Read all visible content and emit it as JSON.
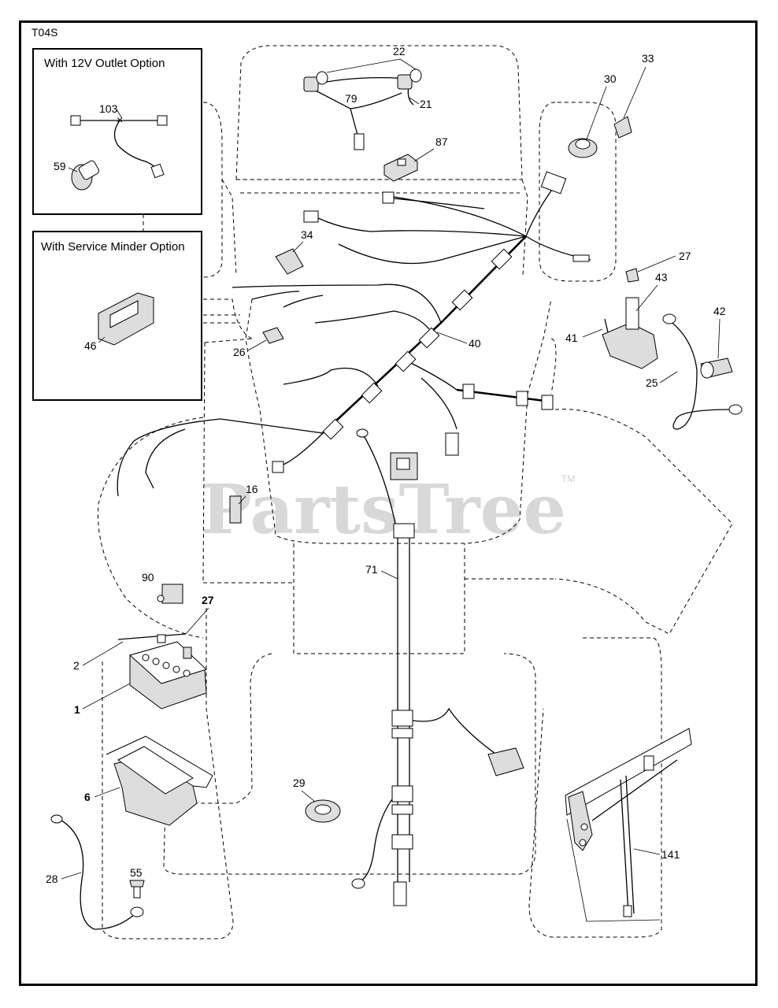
{
  "diagram_code": "T04S",
  "insets": {
    "outlet_title": "With 12V Outlet Option",
    "minder_title": "With Service Minder Option"
  },
  "watermark": {
    "text": "PartsTree",
    "mark": "TM"
  },
  "callouts": {
    "c103": "103",
    "c59": "59",
    "c46": "46",
    "c22": "22",
    "c79": "79",
    "c21": "21",
    "c87": "87",
    "c33": "33",
    "c30": "30",
    "c27a": "27",
    "c43": "43",
    "c42": "42",
    "c41": "41",
    "c25": "25",
    "c34": "34",
    "c40": "40",
    "c26": "26",
    "c16": "16",
    "c71": "71",
    "c90": "90",
    "c27b": "27",
    "c2": "2",
    "c1": "1",
    "c6": "6",
    "c29": "29",
    "c28": "28",
    "c55": "55",
    "c141": "141"
  }
}
